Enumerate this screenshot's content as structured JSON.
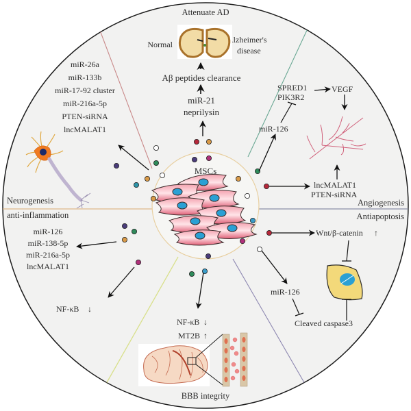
{
  "diagram": {
    "center_label": "MSCs",
    "sectors": {
      "attenuate_ad": {
        "title": "Attenuate AD",
        "left_label": "Normal",
        "right_label_line1": "Alzheimer's",
        "right_label_line2": "disease",
        "clearance": "Aβ peptides clearance",
        "mediators": [
          "miR-21",
          "neprilysin"
        ]
      },
      "angiogenesis": {
        "title": "Angiogenesis",
        "targets": [
          "SPRED1",
          "PIK3R2"
        ],
        "vegf": "VEGF",
        "mir": "miR-126",
        "mediators": [
          "lncMALAT1",
          "PTEN-siRNA"
        ]
      },
      "antiapoptosis": {
        "title": "Antiapoptosis",
        "wnt": "Wnt/β-catenin",
        "wnt_arrow": "↑",
        "mir": "miR-126",
        "caspase": "Cleaved caspase3"
      },
      "bbb": {
        "title": "BBB integrity",
        "nfkb": "NF-κB",
        "nfkb_arrow": "↓",
        "mt2b": "MT2B",
        "mt2b_arrow": "↑"
      },
      "anti_inflammation": {
        "title": "anti-inflammation",
        "mediators": [
          "miR-126",
          "miR-138-5p",
          "miR-216a-5p",
          "lncMALAT1"
        ],
        "nfkb": "NF-κB",
        "nfkb_arrow": "↓"
      },
      "neurogenesis": {
        "title": "Neurogenesis",
        "mediators": [
          "miR-26a",
          "miR-133b",
          "miR-17-92 cluster",
          "miR-216a-5p",
          "PTEN-siRNA",
          "lncMALAT1"
        ]
      }
    },
    "colors": {
      "background": "#f2f2f1",
      "outline": "#1c1c1c",
      "divider_ad_left": "#c98a8a",
      "divider_ad_right": "#6aa894",
      "divider_angio": "#8a8ea6",
      "divider_apopt": "#8c86b0",
      "divider_bbb": "#d8e08a",
      "divider_neuro": "#e0b98a",
      "cell_pink": "#e8768a",
      "nucleus_blue": "#2aa0d4",
      "dot_red": "#b5283a",
      "dot_orange": "#d99a48",
      "dot_green": "#2e8a5a",
      "dot_purple": "#4a3c7a",
      "dot_magenta": "#b0307a",
      "dot_blue": "#3a9cc8",
      "dot_teal": "#2e94a8"
    }
  }
}
